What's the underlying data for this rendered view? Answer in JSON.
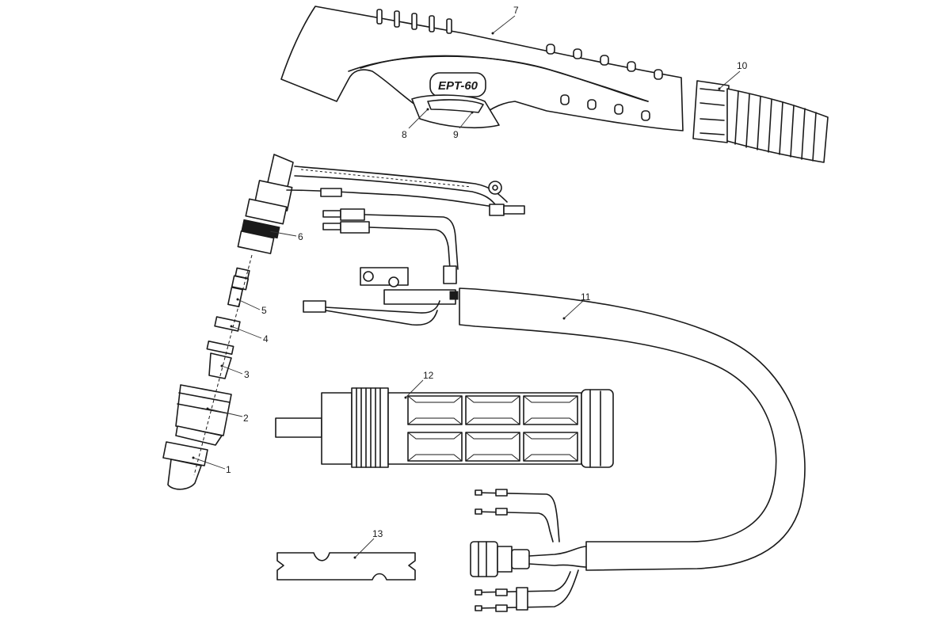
{
  "brand_label": "EPT-60",
  "callouts": {
    "c1": "1",
    "c2": "2",
    "c3": "3",
    "c4": "4",
    "c5": "5",
    "c6": "6",
    "c7": "7",
    "c8": "8",
    "c9": "9",
    "c10": "10",
    "c11": "11",
    "c12": "12",
    "c13": "13"
  }
}
